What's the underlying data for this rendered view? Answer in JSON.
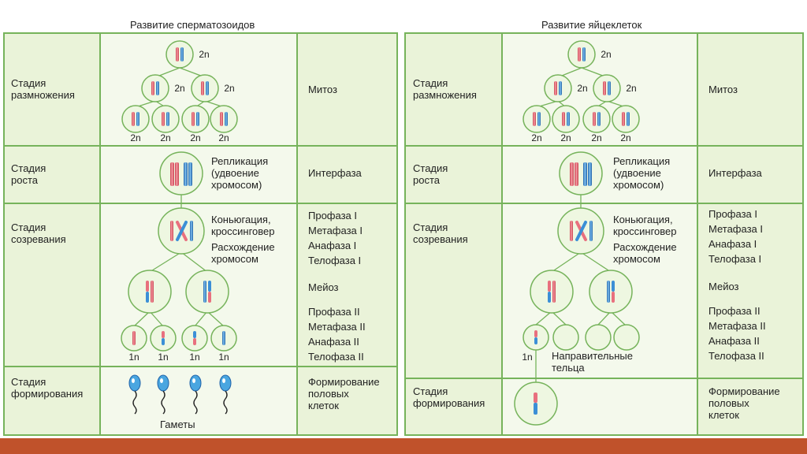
{
  "colors": {
    "grid_border": "#76b35b",
    "cell_fill": "#eaf3d9",
    "header_fill": "#ffffff",
    "cell_circle": "#eef7e1",
    "circle_stroke": "#76b35b",
    "chrom_red": "#e8707e",
    "chrom_blue": "#3b8fd6",
    "sperm_head": "#4aa6e0",
    "bottom_bar": "#c0522b"
  },
  "sperm": {
    "title": "Развитие сперматозоидов",
    "stages": {
      "reproduction": "Стадия\nразмножения",
      "growth": "Стадия\nроста",
      "maturation": "Стадия\nсозревания",
      "formation": "Стадия\nформирования"
    },
    "mitosis": "Митоз",
    "interphase": "Интерфаза",
    "meiosis1": "Профаза I\nМетафаза I\nАнафаза I\nТелофаза I",
    "meiosis_label": "Мейоз",
    "meiosis2": "Профаза II\nМетафаза II\nАнафаза II\nТелофаза II",
    "formation_result": "Формирование\nполовых\nклеток",
    "replication_note": "Репликация\n(удвоение\nхромосом)",
    "conjugation_note": "Коньюгация,\nкроссинговер",
    "divergence_note": "Расхождение\nхромосом",
    "gametes_label": "Гаметы",
    "ploidy_2n": "2n",
    "ploidy_1n": "1n"
  },
  "egg": {
    "title": "Развитие яйцеклеток",
    "stages": {
      "reproduction": "Стадия\nразмножения",
      "growth": "Стадия\nроста",
      "maturation": "Стадия\nсозревания",
      "formation": "Стадия\nформирования"
    },
    "mitosis": "Митоз",
    "interphase": "Интерфаза",
    "meiosis1": "Профаза I\nМетафаза I\nАнафаза I\nТелофаза I",
    "meiosis_label": "Мейоз",
    "meiosis2": "Профаза II\nМетафаза II\nАнафаза II\nТелофаза II",
    "formation_result": "Формирование\nполовых\nклеток",
    "replication_note": "Репликация\n(удвоение\nхромосом)",
    "conjugation_note": "Коньюгация,\nкроссинговер",
    "divergence_note": "Расхождение\nхромосом",
    "polar_bodies_label": "Направительные\nтельца",
    "ploidy_2n": "2n",
    "ploidy_1n": "1n"
  }
}
